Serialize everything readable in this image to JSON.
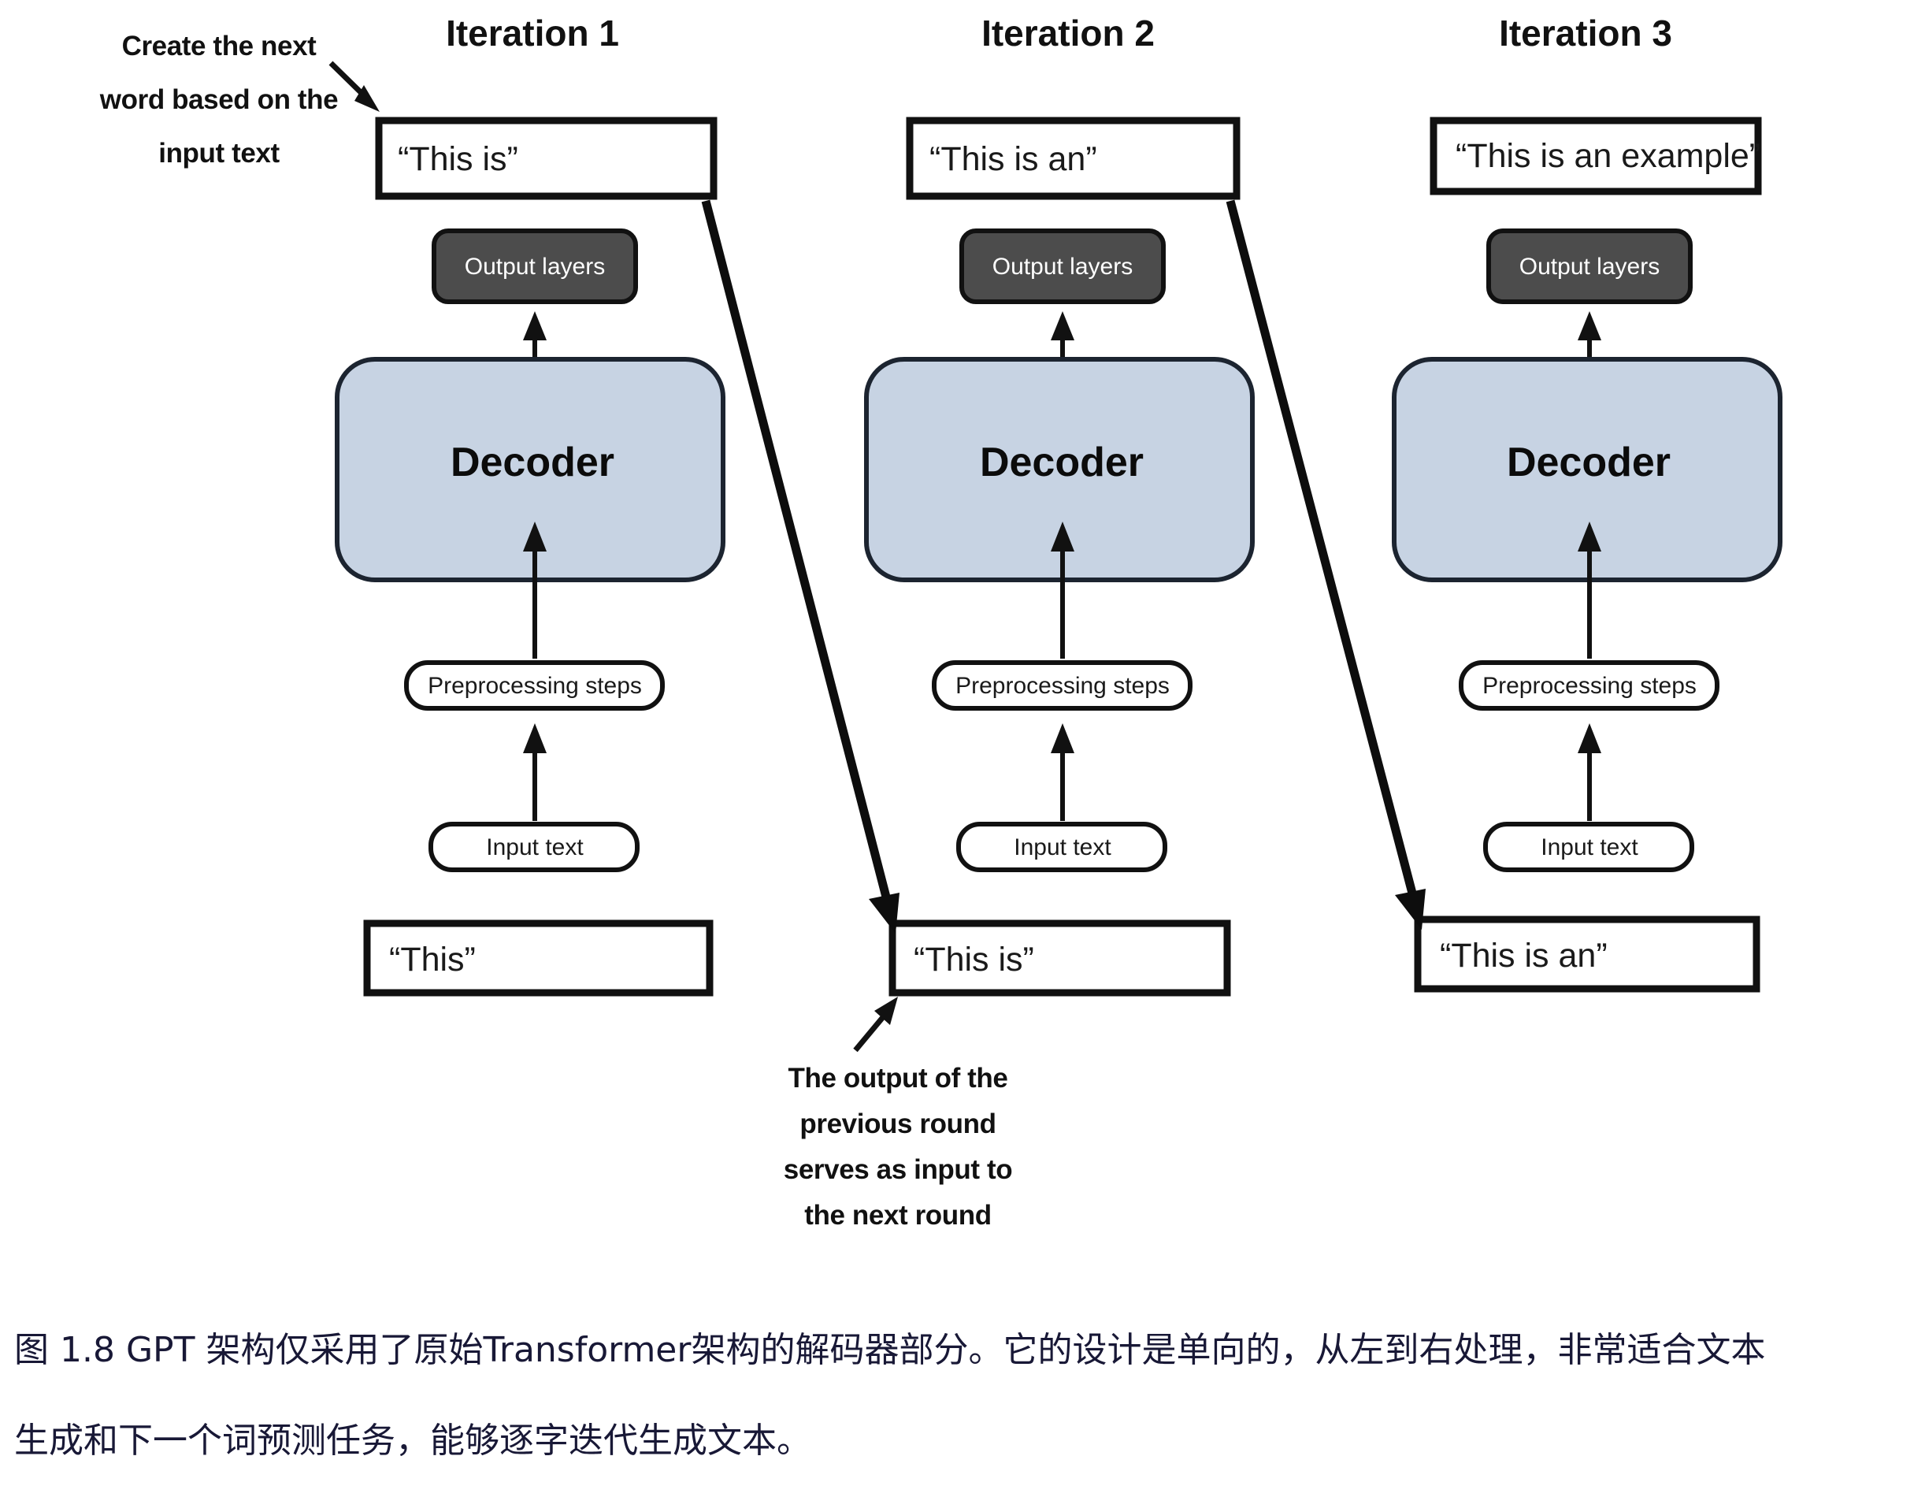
{
  "figure": {
    "caption_line1": "图 1.8  GPT 架构仅采用了原始Transformer架构的解码器部分。它的设计是单向的，从左到右处理，非常适合文本",
    "caption_line2": "生成和下一个词预测任务，能够逐字迭代生成文本。",
    "caption_color": "#181836"
  },
  "colors": {
    "decoder_fill": "#c7d3e3",
    "decoder_stroke": "#1c2430",
    "output_layers_fill": "#4c4c4c",
    "output_layers_text": "#ffffff",
    "box_stroke": "#111111",
    "page_background": "#ffffff"
  },
  "annotations": {
    "top_left": {
      "line1": "Create the next",
      "line2": "word based on the",
      "line3": "input text"
    },
    "bottom_center": {
      "line1": "The output of the",
      "line2": "previous round",
      "line3": "serves as input to",
      "line4": "the next round"
    }
  },
  "shared_labels": {
    "output_layers": "Output layers",
    "decoder": "Decoder",
    "preprocessing_steps": "Preprocessing steps",
    "input_text": "Input text"
  },
  "columns": [
    {
      "title": "Iteration 1",
      "output_box": "“This is”",
      "output_layers": "Output layers",
      "decoder": "Decoder",
      "preprocessing_steps": "Preprocessing steps",
      "input_text": "Input text",
      "input_box": "“This”"
    },
    {
      "title": "Iteration 2",
      "output_box": "“This is an”",
      "output_layers": "Output layers",
      "decoder": "Decoder",
      "preprocessing_steps": "Preprocessing steps",
      "input_text": "Input text",
      "input_box": "“This is”"
    },
    {
      "title": "Iteration 3",
      "output_box": "“This is an example”",
      "output_layers": "Output layers",
      "decoder": "Decoder",
      "preprocessing_steps": "Preprocessing steps",
      "input_text": "Input text",
      "input_box": "“This is an”"
    }
  ]
}
